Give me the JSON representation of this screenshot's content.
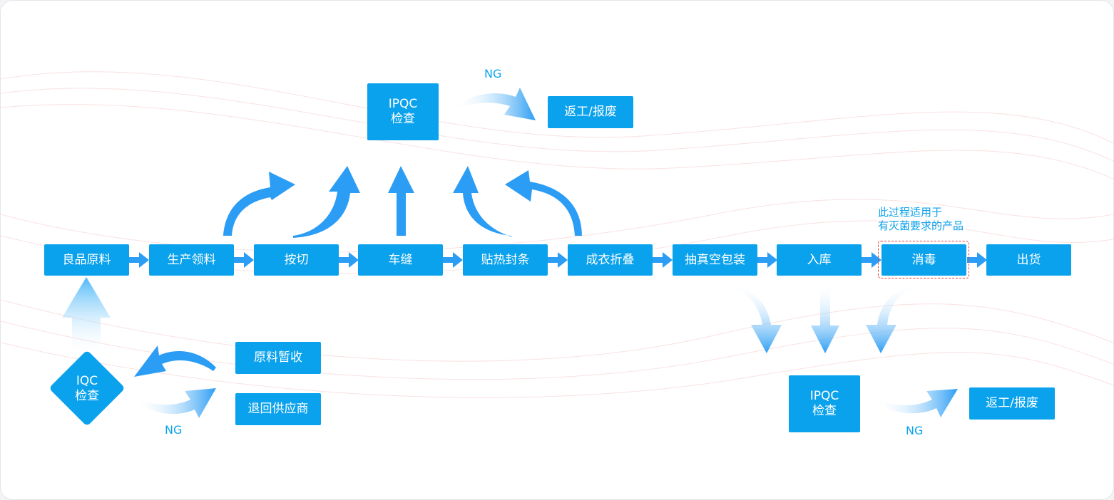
{
  "colors": {
    "box": "#0aa2ec",
    "arrow": "#2b9df4",
    "text": "#ffffff",
    "note": "#0aa2ec",
    "dashed": "#e0443e"
  },
  "process": [
    "良品原料",
    "生产领料",
    "按切",
    "车缝",
    "贴热封条",
    "成衣折叠",
    "抽真空包装",
    "入库",
    "消毒",
    "出货"
  ],
  "top_qc": {
    "line1": "IPQC",
    "line2": "检查",
    "ng": "NG",
    "result": "返工/报废"
  },
  "bottom_qc": {
    "line1": "IPQC",
    "line2": "检查",
    "ng": "NG",
    "result": "返工/报废"
  },
  "iqc": {
    "line1": "IQC",
    "line2": "检查",
    "ng": "NG",
    "accept": "原料暂收",
    "reject": "退回供应商"
  },
  "note": {
    "line1": "此过程适用于",
    "line2": "有灭菌要求的产品"
  }
}
